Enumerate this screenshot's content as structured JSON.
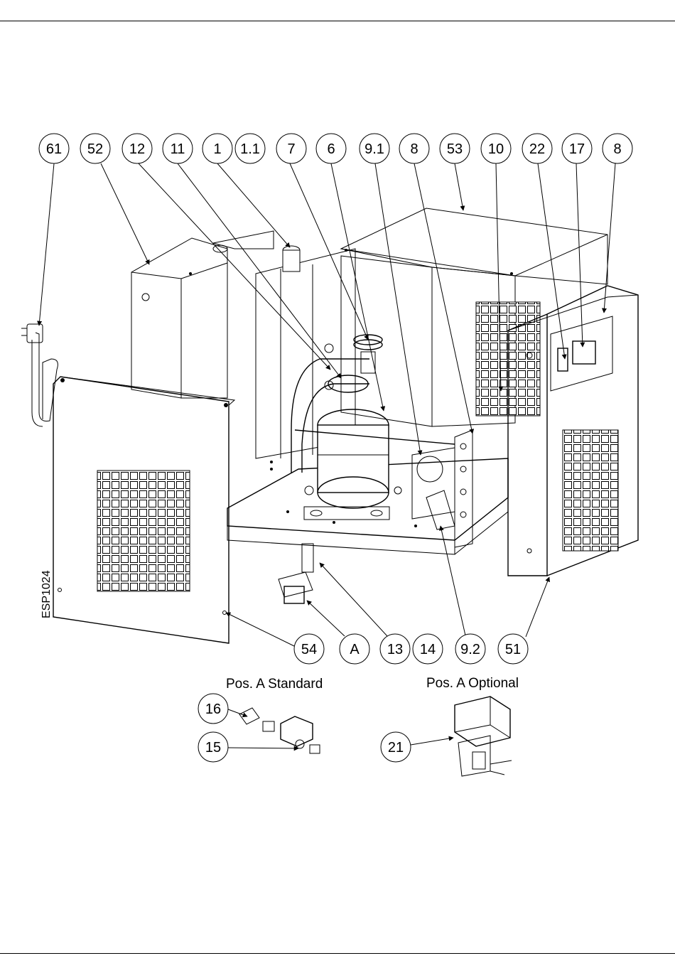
{
  "drawing_id": "ESP1024",
  "captions": {
    "standard": "Pos. A Standard",
    "optional": "Pos. A Optional"
  },
  "callouts_top": [
    "61",
    "52",
    "12",
    "11",
    "1",
    "1.1",
    "7",
    "6",
    "9.1",
    "8",
    "53",
    "10",
    "22",
    "17",
    "8"
  ],
  "callouts_bottom": [
    "54",
    "A",
    "13",
    "14",
    "9.2",
    "51"
  ],
  "callouts_detail": [
    "16",
    "15",
    "21"
  ]
}
